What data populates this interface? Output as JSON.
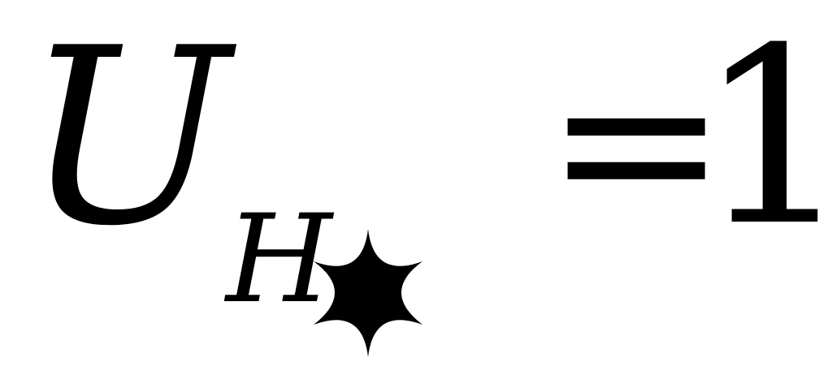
{
  "formula": {
    "base_symbol": "U",
    "subscript_letter": "H",
    "subscript_mark": "star-icon",
    "relation": "=",
    "value": "1"
  }
}
